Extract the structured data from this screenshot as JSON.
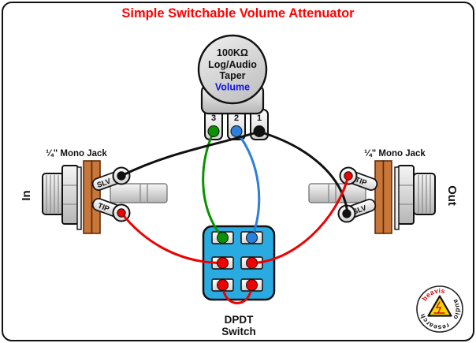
{
  "title": "Simple Switchable Volume Attenuator",
  "potentiometer": {
    "value": "100KΩ",
    "taper1": "Log/Audio",
    "taper2": "Taper",
    "name": "Volume",
    "lug3": "3",
    "lug2": "2",
    "lug1": "1"
  },
  "jacks": {
    "left": {
      "label": "¼\" Mono Jack",
      "direction": "In",
      "upper_lug": "SLV",
      "lower_lug": "TIP"
    },
    "right": {
      "label": "¼\" Mono Jack",
      "direction": "Out",
      "upper_lug": "TIP",
      "lower_lug": "SLV"
    }
  },
  "dpdt_switch": {
    "line1": "DPDT",
    "line2": "Switch"
  },
  "logo": {
    "word_top": "beavis",
    "word_right": "audio",
    "word_bottom": "research"
  },
  "colors": {
    "title_red": "#ff0000",
    "volume_blue": "#1212e8",
    "wire_green": "#0a9200",
    "wire_blue": "#2b7fdd",
    "wire_red": "#ee0000",
    "wire_black": "#111111",
    "switch_body": "#29abe2",
    "board_copper": "#c9763a",
    "logo_red": "#dd0000",
    "triangle_yellow": "#ffd400"
  }
}
